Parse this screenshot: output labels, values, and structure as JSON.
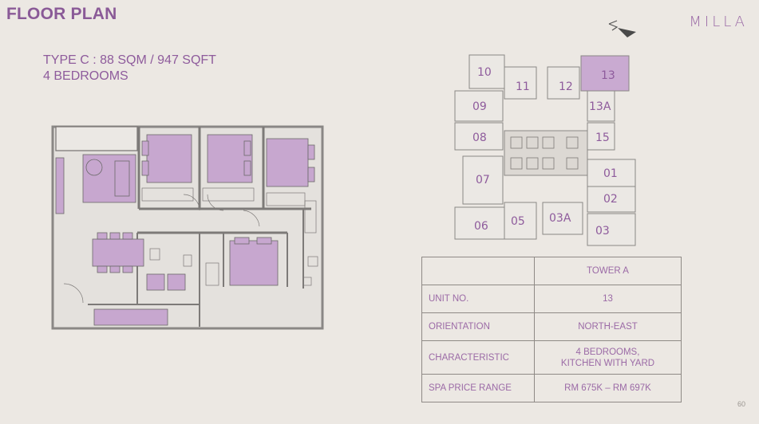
{
  "header": {
    "title": "FLOOR PLAN",
    "brand": "MILLA"
  },
  "unit": {
    "type_line": "TYPE C : 88 SQM / 947 SQFT",
    "bedrooms_line": "4 BEDROOMS"
  },
  "key_plan": {
    "highlighted_unit": "13",
    "units": [
      "10",
      "11",
      "12",
      "13",
      "09",
      "13A",
      "08",
      "15",
      "07",
      "01",
      "02",
      "06",
      "05",
      "03A",
      "03"
    ]
  },
  "info_table": {
    "header": [
      "",
      "TOWER A"
    ],
    "rows": [
      {
        "label": "UNIT NO.",
        "value": "13"
      },
      {
        "label": "ORIENTATION",
        "value": "NORTH-EAST"
      },
      {
        "label": "CHARACTERISTIC",
        "value_line1": "4 BEDROOMS,",
        "value_line2": "KITCHEN WITH YARD"
      },
      {
        "label": "SPA PRICE RANGE",
        "value": "RM 675K – RM 697K"
      }
    ]
  },
  "footer": {
    "page_number": "60"
  },
  "colors": {
    "accent": "#8a5a97",
    "furniture": "#c7a7cf",
    "wall": "#7d7a78",
    "highlight_unit": "#c9aad1"
  }
}
